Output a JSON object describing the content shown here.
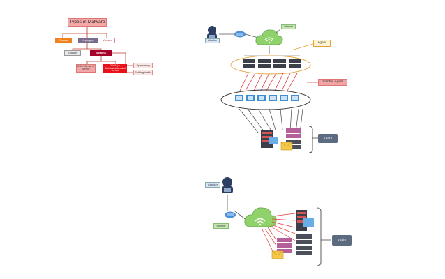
{
  "taxonomy": {
    "root": "Types of Malware",
    "trojans": "Trojans",
    "keylogger": "Keylogger",
    "viruses": "Viruses",
    "rootkits": "Rootkits",
    "botnets": "Botnets",
    "dos": "DOS+ Denial of Service",
    "ddos": "DDoS (== Distributed denial of service",
    "spamming": "Spamming",
    "sniffing": "Sniffing traffic"
  },
  "ddos_diagram": {
    "attacker": "Attacker",
    "internet": "Internet",
    "agent": "Agent",
    "zombie_agent": "Zombie Agent",
    "victim": "Victim"
  },
  "botnet_diagram": {
    "attacker": "Attacker",
    "internet": "Internet",
    "victim": "Victim"
  },
  "colors": {
    "root": "#f4a8a8",
    "trojans": "#f07f1c",
    "keylogger": "#7a6a8c",
    "botnets": "#a5002a",
    "ddos": "#e8111a",
    "victim": "#5d6b80",
    "internet_label": "#c6e6b0",
    "cloud": "#9cd96b",
    "zombie": "#f2a3a3",
    "agent": "#fff4cf"
  }
}
